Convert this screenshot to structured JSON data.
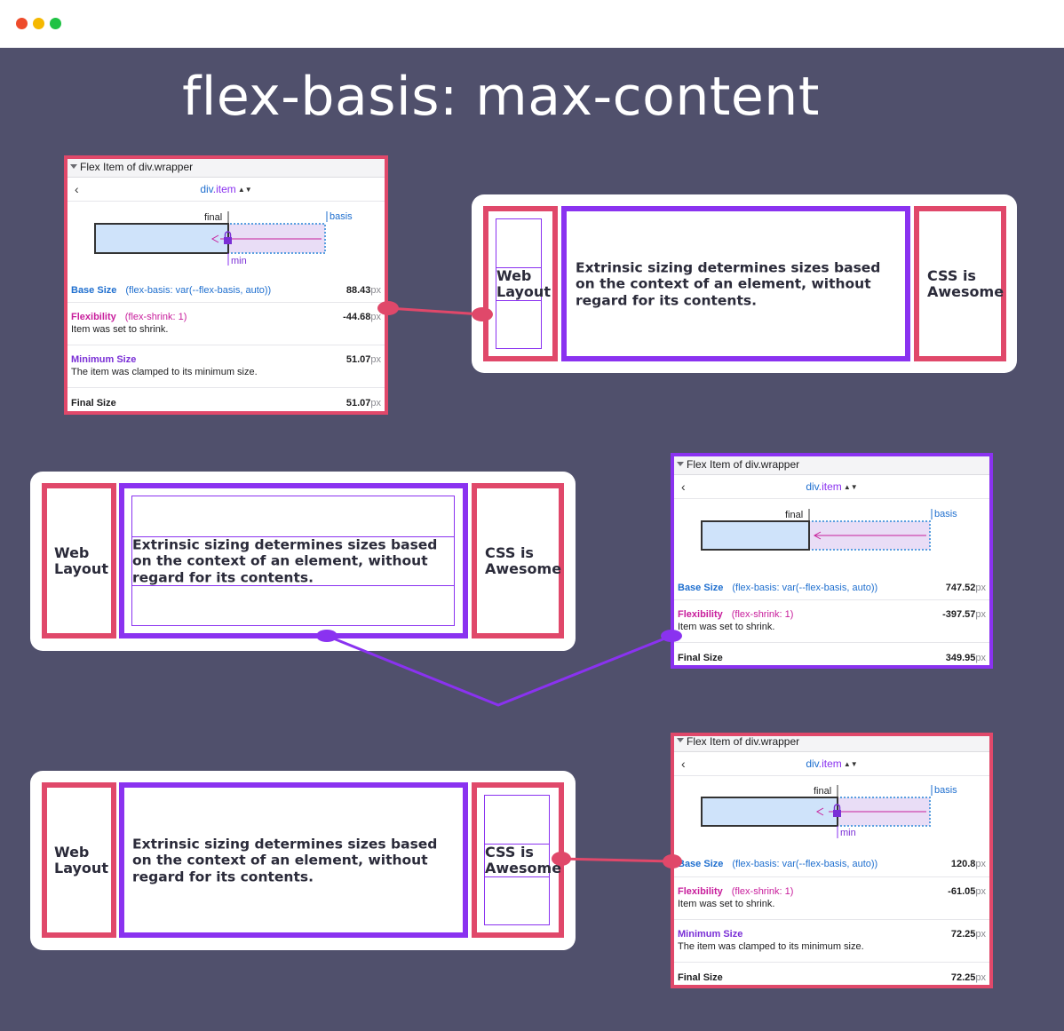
{
  "window": {
    "controls": [
      "close",
      "minimize",
      "maximize"
    ]
  },
  "page": {
    "title": "flex-basis: max-content"
  },
  "demo": {
    "item_web": "Web Layout",
    "item_text": "Extrinsic sizing determines sizes based on the context of an element, without regard for its contents.",
    "item_css": "CSS is Awesome"
  },
  "panels": [
    {
      "header": "Flex Item of div.wrapper",
      "selector_tag": "div",
      "selector_class": ".item",
      "viz": {
        "final": "final",
        "basis": "basis",
        "min": "min"
      },
      "rows": [
        {
          "label": "Base Size",
          "prop": "(flex-basis: var(--flex-basis, auto))",
          "value": "88.43",
          "unit": "px"
        },
        {
          "label": "Flexibility",
          "prop": "(flex-shrink: 1)",
          "note": "Item was set to shrink.",
          "value": "-44.68",
          "unit": "px"
        },
        {
          "label": "Minimum Size",
          "note": "The item was clamped to its minimum size.",
          "value": "51.07",
          "unit": "px"
        },
        {
          "label": "Final Size",
          "value": "51.07",
          "unit": "px"
        }
      ]
    },
    {
      "header": "Flex Item of div.wrapper",
      "selector_tag": "div",
      "selector_class": ".item",
      "viz": {
        "final": "final",
        "basis": "basis"
      },
      "rows": [
        {
          "label": "Base Size",
          "prop": "(flex-basis: var(--flex-basis, auto))",
          "value": "747.52",
          "unit": "px"
        },
        {
          "label": "Flexibility",
          "prop": "(flex-shrink: 1)",
          "note": "Item was set to shrink.",
          "value": "-397.57",
          "unit": "px"
        },
        {
          "label": "Final Size",
          "value": "349.95",
          "unit": "px"
        }
      ]
    },
    {
      "header": "Flex Item of div.wrapper",
      "selector_tag": "div",
      "selector_class": ".item",
      "viz": {
        "final": "final",
        "basis": "basis",
        "min": "min"
      },
      "rows": [
        {
          "label": "Base Size",
          "prop": "(flex-basis: var(--flex-basis, auto))",
          "value": "120.8",
          "unit": "px"
        },
        {
          "label": "Flexibility",
          "prop": "(flex-shrink: 1)",
          "note": "Item was set to shrink.",
          "value": "-61.05",
          "unit": "px"
        },
        {
          "label": "Minimum Size",
          "note": "The item was clamped to its minimum size.",
          "value": "72.25",
          "unit": "px"
        },
        {
          "label": "Final Size",
          "value": "72.25",
          "unit": "px"
        }
      ]
    }
  ],
  "colors": {
    "background": "#50506c",
    "pink_accent": "#e0486a",
    "purple_accent": "#8a32f0",
    "basis_blue": "#1f6fcf",
    "flex_magenta": "#c81e9c"
  }
}
